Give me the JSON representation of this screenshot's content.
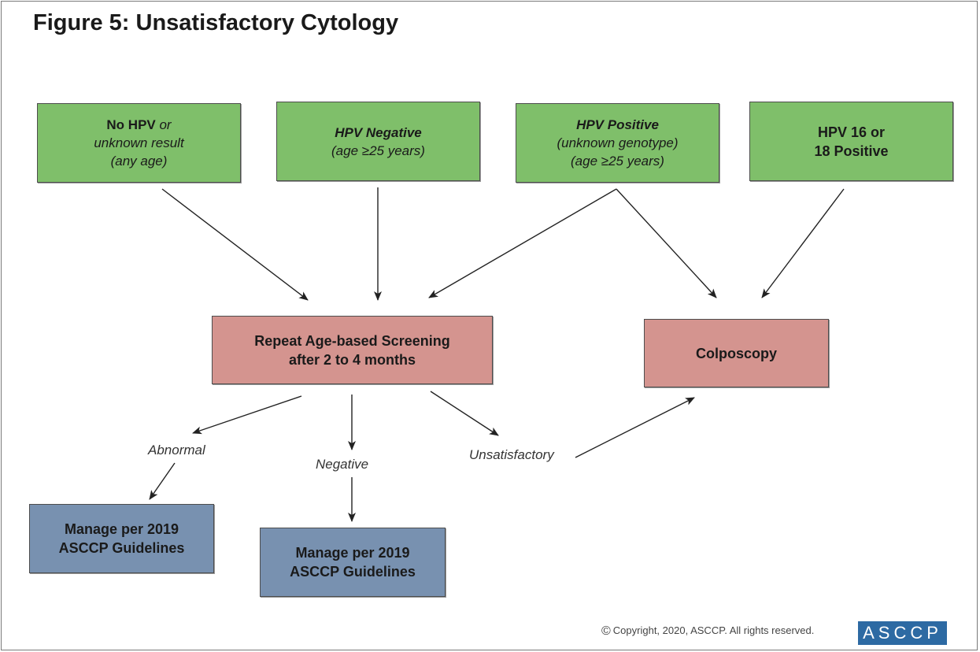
{
  "title": "Figure 5: Unsatisfactory Cytology",
  "nodes": {
    "no_hpv": {
      "line1_bold": "No HPV",
      "line1_italic": " or",
      "line2": "unknown result",
      "line3": "(any age)"
    },
    "hpv_negative": {
      "line1": "HPV Negative",
      "line2": "(age ≥25 years)"
    },
    "hpv_positive": {
      "line1": "HPV Positive",
      "line2": "(unknown genotype)",
      "line3": "(age ≥25 years)"
    },
    "hpv_16_18": {
      "line1": "HPV 16 or",
      "line2": "18 Positive"
    },
    "repeat_screening": {
      "line1": "Repeat Age-based Screening",
      "line2": "after 2 to 4 months"
    },
    "colposcopy": {
      "label": "Colposcopy"
    },
    "manage_abnormal": {
      "line1": "Manage per 2019",
      "line2": "ASCCP Guidelines"
    },
    "manage_negative": {
      "line1": "Manage per 2019",
      "line2": "ASCCP Guidelines"
    }
  },
  "edge_labels": {
    "abnormal": "Abnormal",
    "negative": "Negative",
    "unsatisfactory": "Unsatisfactory"
  },
  "colors": {
    "entry_box": "#7fbf6a",
    "action_box": "#d4948f",
    "outcome_box": "#7891b0",
    "logo": "#2d6aa3"
  },
  "footer": {
    "copyright_symbol": "©",
    "copyright_text": "Copyright, 2020, ASCCP. All rights reserved.",
    "logo_text": "ASCCP"
  }
}
